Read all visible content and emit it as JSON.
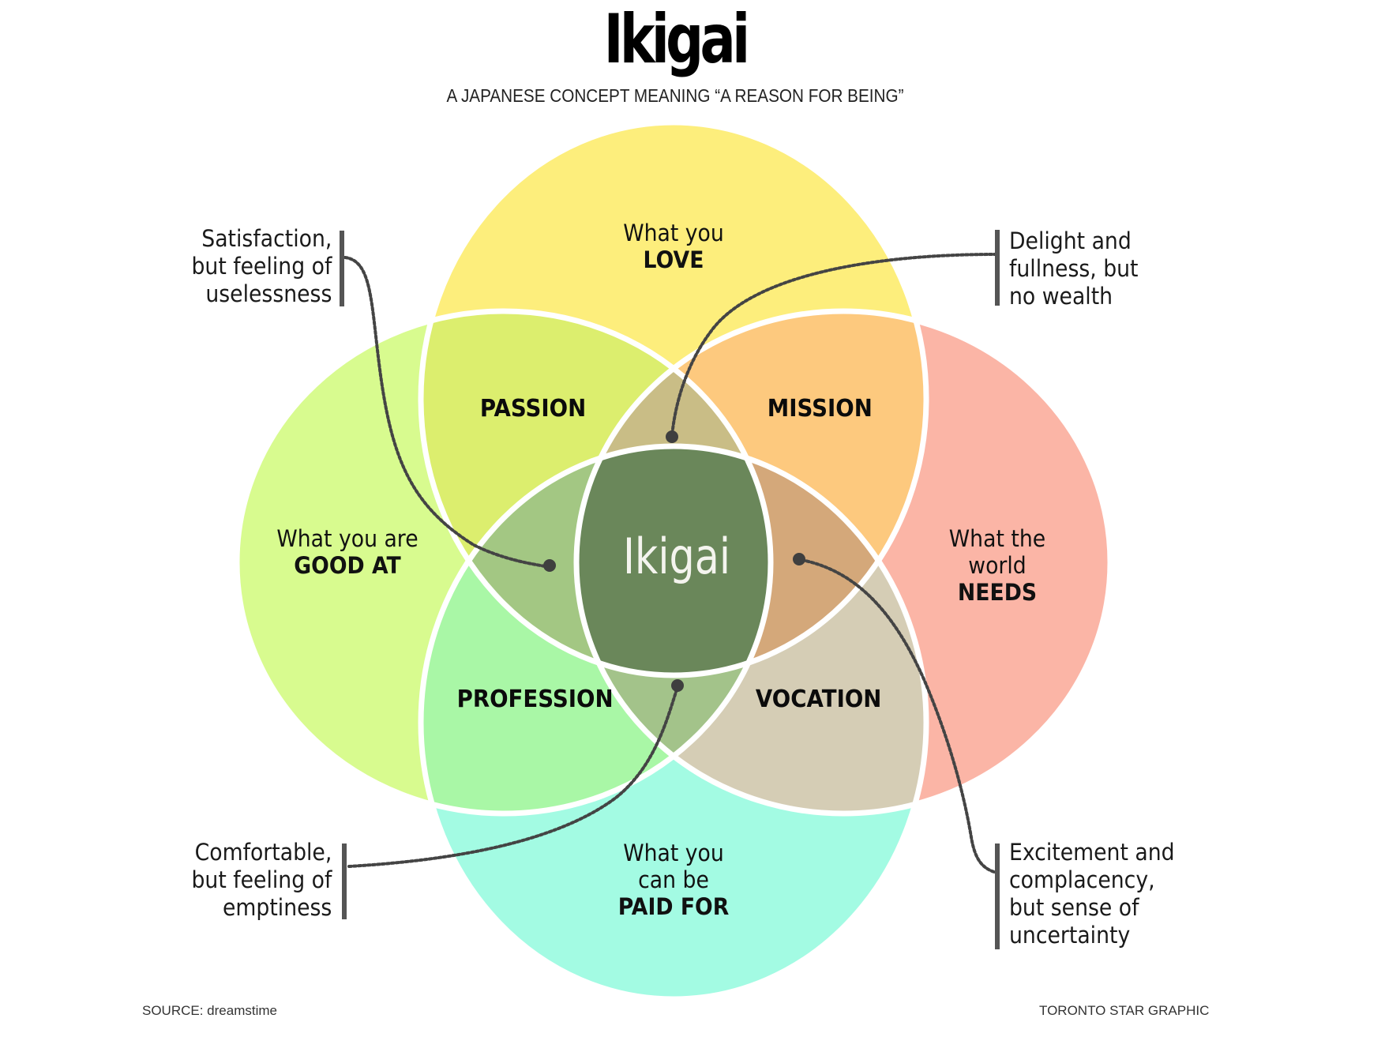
{
  "header": {
    "title": "Ikigai",
    "subtitle": "A JAPANESE CONCEPT MEANING “A REASON FOR BEING”"
  },
  "circles": {
    "love": {
      "line1": "What you",
      "emphasis": "LOVE",
      "color": "#fdee7c"
    },
    "good_at": {
      "line1": "What you are",
      "emphasis": "GOOD AT",
      "color": "#d8fb8f"
    },
    "world_needs": {
      "line1": "What the",
      "line2": "world",
      "emphasis": "NEEDS",
      "color": "#fbb5a6"
    },
    "paid_for": {
      "line1": "What you",
      "line2": "can be",
      "emphasis": "PAID FOR",
      "color": "#a3fbe3"
    }
  },
  "zones": {
    "passion": {
      "label": "PASSION",
      "color": "#dcee6e"
    },
    "mission": {
      "label": "MISSION",
      "color": "#fdc97e"
    },
    "profession": {
      "label": "PROFESSION",
      "color": "#a9f7a6"
    },
    "vocation": {
      "label": "VOCATION",
      "color": "#d5cdb5"
    }
  },
  "triple_zones": {
    "top": "#c9bd86",
    "left": "#a3c783",
    "right": "#d4a87a",
    "bottom": "#a3c38a"
  },
  "center": {
    "label": "Ikigai",
    "color": "#6a875a"
  },
  "annotations": {
    "top_left": [
      "Satisfaction,",
      "but feeling of",
      "uselessness"
    ],
    "top_right": [
      "Delight and",
      "fullness, but",
      "no wealth"
    ],
    "bottom_left": [
      "Comfortable,",
      "but feeling of",
      "emptiness"
    ],
    "bottom_right": [
      "Excitement and",
      "complacency,",
      "but sense of",
      "uncertainty"
    ]
  },
  "footer": {
    "source": "SOURCE: dreamstime",
    "credit": "TORONTO STAR GRAPHIC"
  }
}
